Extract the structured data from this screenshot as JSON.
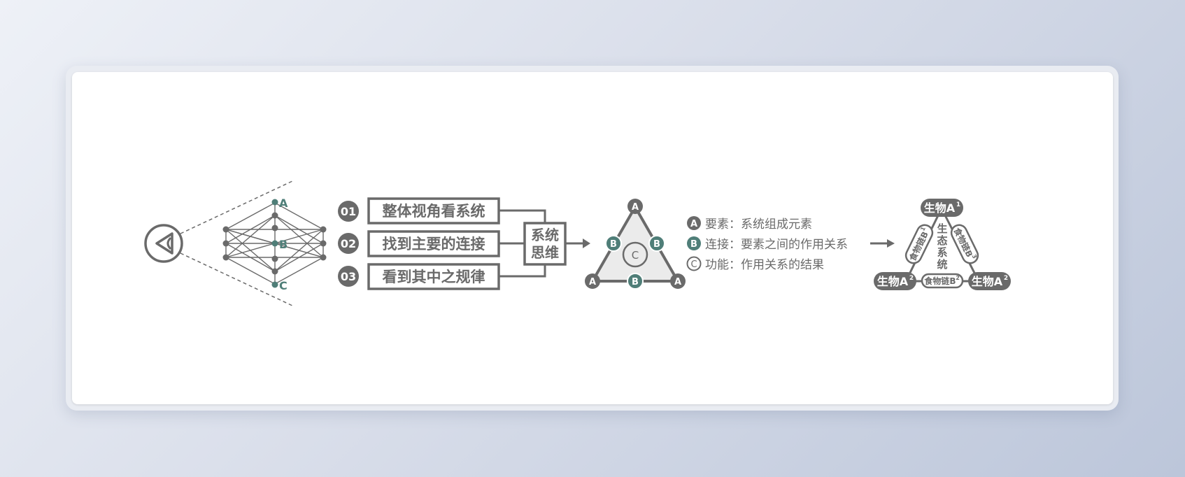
{
  "colors": {
    "gray": "#6a6a6a",
    "teal": "#4f7e78",
    "light_fill": "#ebebeb"
  },
  "lens": {
    "labels": {
      "a": "A",
      "b": "B",
      "c": "C"
    }
  },
  "steps": [
    {
      "num": "01",
      "text": "整体视角看系统"
    },
    {
      "num": "02",
      "text": "找到主要的连接"
    },
    {
      "num": "03",
      "text": "看到其中之规律"
    }
  ],
  "merge_box": {
    "line1": "系统",
    "line2": "思维"
  },
  "triangle": {
    "top": "A",
    "left": "A",
    "right": "A",
    "side_left": "B",
    "side_right": "B",
    "side_bottom": "B",
    "center": "C"
  },
  "legend": [
    {
      "letter": "A",
      "text": "要素：系统组成元素"
    },
    {
      "letter": "B",
      "text": "连接：要素之间的作用关系"
    },
    {
      "letter": "C",
      "text": "功能：作用关系的结果"
    }
  ],
  "eco": {
    "top_node": "生物A",
    "top_sup": "1",
    "left_node": "生物A",
    "left_sup": "2",
    "right_node": "生物A",
    "right_sup": "2",
    "left_chain": "食物链B",
    "left_chain_sup": "1",
    "right_chain": "食物链B",
    "right_chain_sup": "3",
    "bottom_chain": "食物链B",
    "bottom_chain_sup": "2",
    "center": [
      "生",
      "态",
      "系",
      "统"
    ]
  }
}
